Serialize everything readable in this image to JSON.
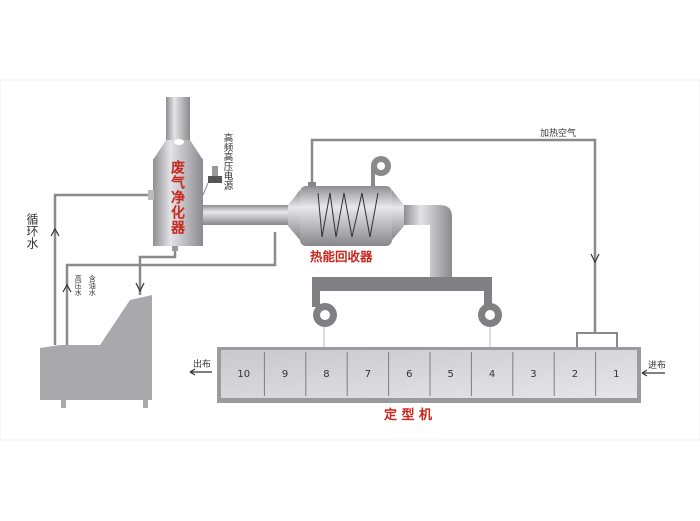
{
  "labels": {
    "purifier": "废气净化器",
    "hv_power": "高频高压电源",
    "heat_recovery": "热能回收器",
    "circulating_water": "循环水",
    "high_pressure_water": "高压水",
    "oily_water": "含油水",
    "heated_air": "加热空气",
    "cloth_out": "出布",
    "cloth_in": "进布",
    "stenter": "定 型 机"
  },
  "zones": [
    "10",
    "9",
    "8",
    "7",
    "6",
    "5",
    "4",
    "3",
    "2",
    "1"
  ],
  "colors": {
    "label_red": "#c8281e",
    "equipment": "#a9a9ad",
    "pipe": "#8a8a8e"
  }
}
